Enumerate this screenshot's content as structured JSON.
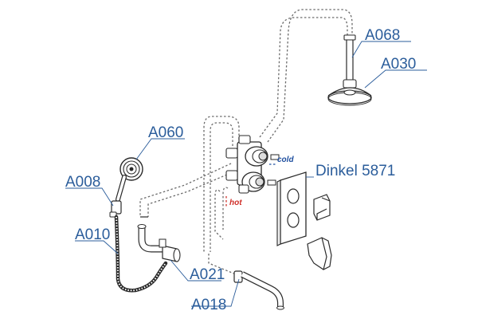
{
  "labels": {
    "a068": "A068",
    "a030": "A030",
    "a060": "A060",
    "a008": "A008",
    "a010": "A010",
    "a021": "A021",
    "a018": "A018",
    "dinkel": "Dinkel 5871"
  },
  "water_tags": {
    "cold": "cold",
    "hot": "hot"
  },
  "colors": {
    "label": "#2b5d9b",
    "cold": "#1f4f9f",
    "hot": "#d0302a",
    "line": "#2a2a2a",
    "hidden_pipe": "#6b6b6b"
  },
  "icons": {
    "shower_head": "round-rain-shower-head-icon",
    "hand_shower": "hand-shower-icon",
    "mixer_valve": "concealed-thermostatic-body-icon",
    "cover_plate": "trim-plate-icon",
    "handles": "lever-handle-icon",
    "spout": "bath-spout-icon"
  }
}
